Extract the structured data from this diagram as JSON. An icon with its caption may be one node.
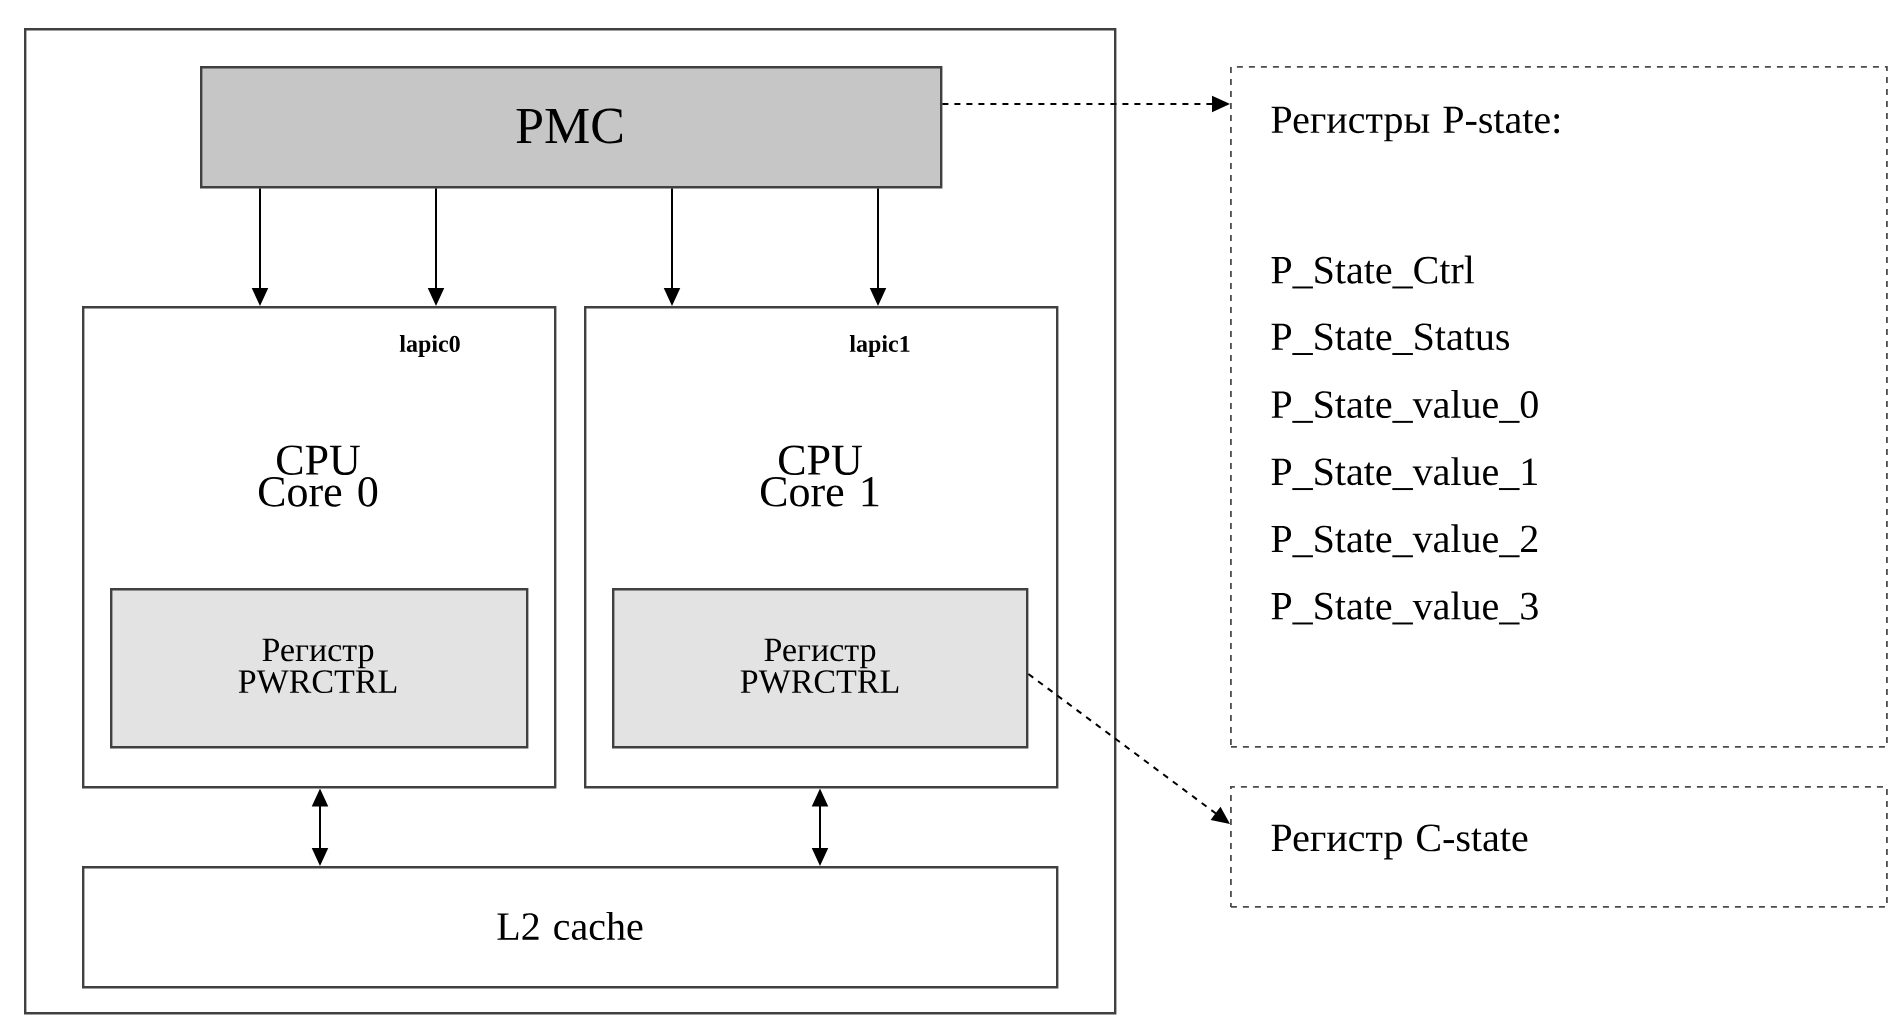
{
  "diagram": {
    "nodes": [
      {
        "text": [],
        "shape": "box"
      },
      {
        "text": [
          "PMC"
        ],
        "in": 0
      },
      {
        "text": [
          "lapic0",
          "CPU Core 0"
        ],
        "in": 0
      },
      {
        "text": [
          "lapic1",
          "CPU Core 1"
        ],
        "in": 0
      },
      {
        "text": [
          "Регистр PWRCTRL"
        ],
        "in": 2
      },
      {
        "text": [
          "Регистр PWRCTRL"
        ],
        "in": 3
      },
      {
        "text": [
          "L2 cache"
        ],
        "in": 0
      },
      {
        "text": [
          "Регистры P-state:",
          "P_State_Ctrl",
          "P_State_Status",
          "P_State_value_0",
          "P_State_value_1",
          "P_State_value_2",
          "P_State_value_3"
        ]
      },
      {
        "text": [
          "Регистр C-state"
        ]
      }
    ],
    "edges": [
      {
        "from": 1,
        "to": 2,
        "arrow": "to"
      },
      {
        "from": 1,
        "to": 2,
        "arrow": "to"
      },
      {
        "from": 1,
        "to": 3,
        "arrow": "to"
      },
      {
        "from": 1,
        "to": 3,
        "arrow": "to"
      },
      {
        "from": 2,
        "to": 6,
        "arrow": "both"
      },
      {
        "from": 3,
        "to": 6,
        "arrow": "both"
      },
      {
        "from": 1,
        "to": 7,
        "arrow": "to",
        "style": "dashed"
      },
      {
        "from": 5,
        "to": 8,
        "arrow": "to",
        "style": "dashed"
      }
    ]
  }
}
